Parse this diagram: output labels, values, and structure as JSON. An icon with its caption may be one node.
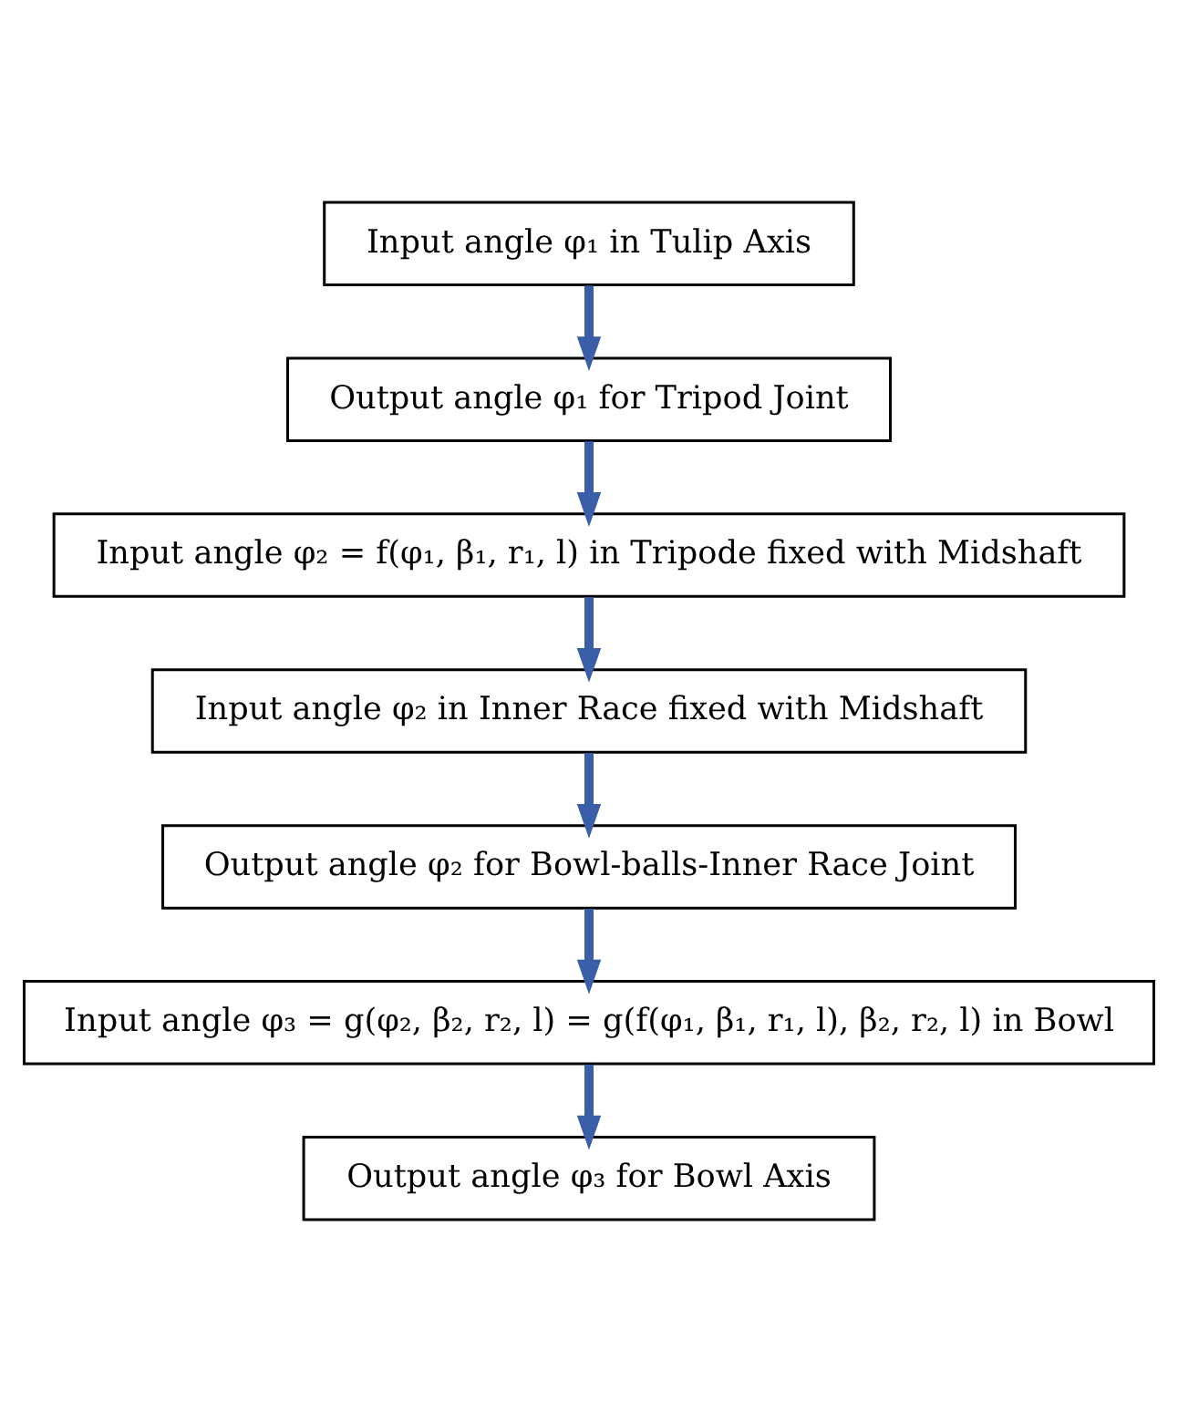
{
  "diagram": {
    "nodes": [
      {
        "text": [
          "Input angle φ₁ in Tulip Axis"
        ]
      },
      {
        "text": [
          "Output angle φ₁ for Tripod Joint"
        ]
      },
      {
        "text": [
          "Input angle φ₂ = f(φ₁, β₁, r₁, l) in Tripode fixed with Midshaft"
        ]
      },
      {
        "text": [
          "Input angle φ₂ in Inner Race fixed with Midshaft"
        ]
      },
      {
        "text": [
          "Output angle φ₂ for Bowl-balls-Inner Race Joint"
        ]
      },
      {
        "text": [
          "Input angle φ₃ = g(φ₂, β₂, r₂, l) = g(f(φ₁, β₁, r₁, l), β₂, r₂, l) in Bowl"
        ]
      },
      {
        "text": [
          "Output angle φ₃ for Bowl Axis"
        ]
      }
    ],
    "edges": [
      {
        "from": 0,
        "to": 1,
        "arrow": "to"
      },
      {
        "from": 1,
        "to": 2,
        "arrow": "to"
      },
      {
        "from": 2,
        "to": 3,
        "arrow": "to"
      },
      {
        "from": 3,
        "to": 4,
        "arrow": "to"
      },
      {
        "from": 4,
        "to": 5,
        "arrow": "to"
      },
      {
        "from": 5,
        "to": 6,
        "arrow": "to"
      }
    ]
  }
}
